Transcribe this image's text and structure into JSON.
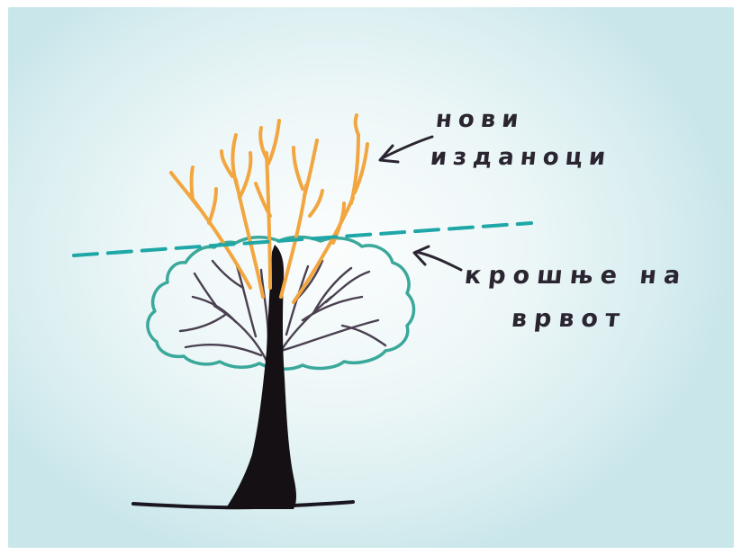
{
  "labels": {
    "new_shoots_line1": "нови",
    "new_shoots_line2": "изданоци",
    "crown_line1": "крошње на",
    "crown_line2": "врвот"
  },
  "colors": {
    "new_shoots": "#f2a640",
    "old_crown_outline": "#3aa89a",
    "cut_line": "#1fa7a7",
    "branches": "#4a4050",
    "trunk": "#141014",
    "ink": "#2a2530"
  }
}
